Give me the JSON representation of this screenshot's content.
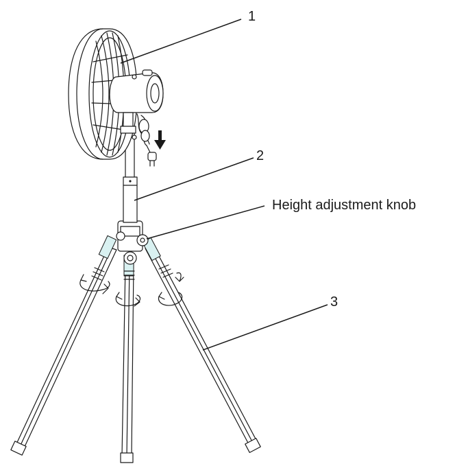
{
  "callouts": {
    "fan_head": "1",
    "telescopic_pole": "2",
    "height_knob": "Height adjustment knob",
    "tripod_legs": "3"
  },
  "colors": {
    "line": "#1a1a1a",
    "accent": "#d9f1f1",
    "background": "#ffffff"
  },
  "icons": {
    "direction_arrow": "arrow-down-icon",
    "rotate_arrows": "rotate-arrow-icon"
  }
}
